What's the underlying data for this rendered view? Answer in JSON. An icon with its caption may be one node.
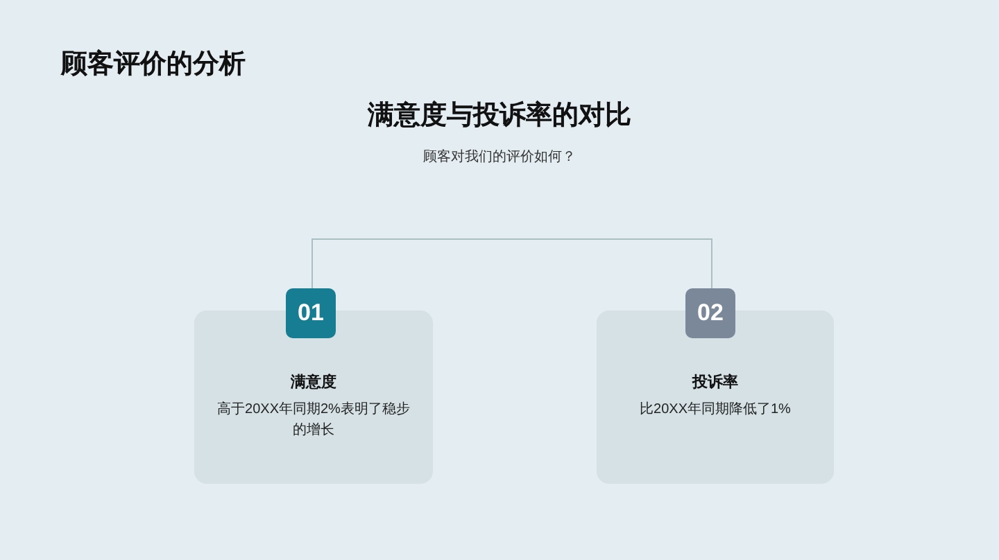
{
  "diagram": {
    "title": "顾客评价的分析",
    "nodes": [
      {
        "text": [
          "01"
        ]
      },
      {
        "text": [
          "满意度",
          "高于20XX年同期2%表明了稳步的增长"
        ]
      },
      {
        "text": [
          "02"
        ]
      },
      {
        "text": [
          "投诉率",
          "比20XX年同期降低了1%"
        ]
      }
    ],
    "edges": [
      {
        "from": 0,
        "to": 2,
        "arrow": "none"
      }
    ],
    "labels": [
      "满意度与投诉率的对比",
      "顾客对我们的评价如何？"
    ]
  }
}
